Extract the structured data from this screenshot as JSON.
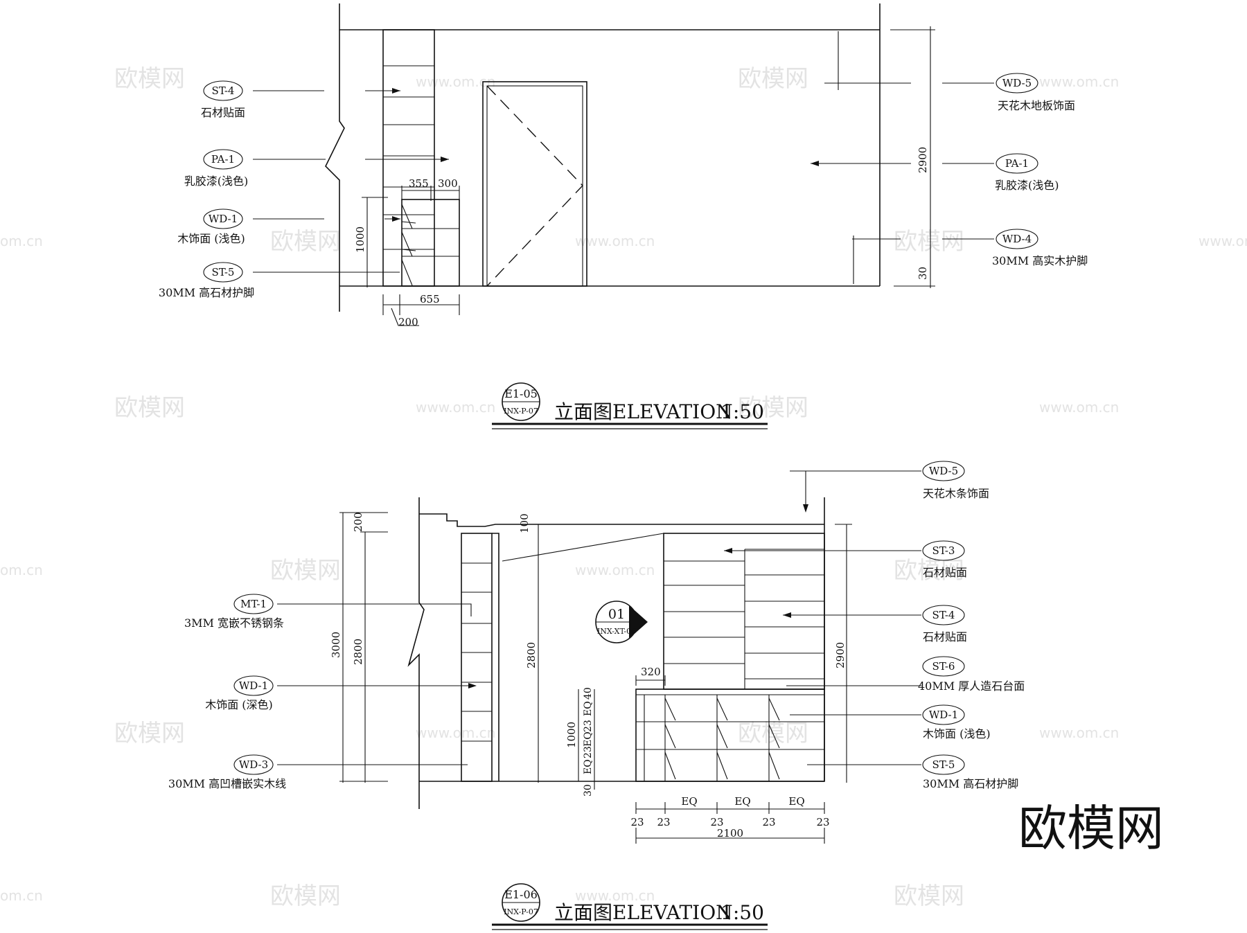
{
  "watermarks": {
    "brand": "欧模网",
    "site": "www.om.cn",
    "site_short": "om.cn"
  },
  "elevation_top": {
    "ref_code": "E1-05",
    "sheet_ref": "INX-P-07",
    "title": "立面图ELEVATION",
    "scale": "1:50",
    "labels_left": [
      {
        "tag": "ST-4",
        "desc": "石材贴面"
      },
      {
        "tag": "PA-1",
        "desc": "乳胶漆(浅色)"
      },
      {
        "tag": "WD-1",
        "desc": "木饰面 (浅色)"
      },
      {
        "tag": "ST-5",
        "desc": "30MM 高石材护脚"
      }
    ],
    "labels_right": [
      {
        "tag": "WD-5",
        "desc": "天花木地板饰面"
      },
      {
        "tag": "PA-1",
        "desc": "乳胶漆(浅色)"
      },
      {
        "tag": "WD-4",
        "desc": "30MM 高实木护脚"
      }
    ],
    "dims": {
      "d355": "355",
      "d300": "300",
      "d1000": "1000",
      "d655": "655",
      "d200": "200",
      "d2900": "2900",
      "d30": "30"
    }
  },
  "elevation_bottom": {
    "ref_code": "E1-06",
    "sheet_ref": "INX-P-07",
    "title": "立面图ELEVATION",
    "scale": "1:50",
    "section_marker": {
      "code": "01",
      "ref": "INX-XT-06"
    },
    "labels_left": [
      {
        "tag": "MT-1",
        "desc": "3MM 宽嵌不锈钢条"
      },
      {
        "tag": "WD-1",
        "desc": "木饰面 (深色)"
      },
      {
        "tag": "WD-3",
        "desc": "30MM 高凹槽嵌实木线"
      }
    ],
    "labels_right": [
      {
        "tag": "WD-5",
        "desc": "天花木条饰面"
      },
      {
        "tag": "ST-3",
        "desc": "石材贴面"
      },
      {
        "tag": "ST-4",
        "desc": "石材贴面"
      },
      {
        "tag": "ST-6",
        "desc": "40MM 厚人造石台面"
      },
      {
        "tag": "WD-1",
        "desc": "木饰面 (浅色)"
      },
      {
        "tag": "ST-5",
        "desc": "30MM 高石材护脚"
      }
    ],
    "dims": {
      "d200": "200",
      "d100": "100",
      "d3000": "3000",
      "d2800a": "2800",
      "d2800b": "2800",
      "d2900": "2900",
      "d320": "320",
      "d1000": "1000",
      "d40": "40",
      "eq": "EQ",
      "d23": "23",
      "d30": "30",
      "d2100": "2100"
    }
  }
}
